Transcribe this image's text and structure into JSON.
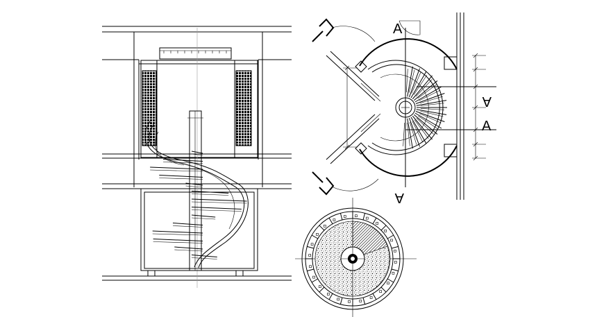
{
  "drawing": {
    "section_labels": {
      "top": "A",
      "right_upper": "A",
      "right_lower": "A",
      "bottom": "A"
    },
    "colors": {
      "line": "#000000",
      "background": "#ffffff",
      "axis": "#9a9a9a"
    },
    "elevation": {
      "tread_count": 14
    },
    "plan": {
      "tread_count": 18
    },
    "base_plan": {
      "rib_count": 24
    }
  }
}
